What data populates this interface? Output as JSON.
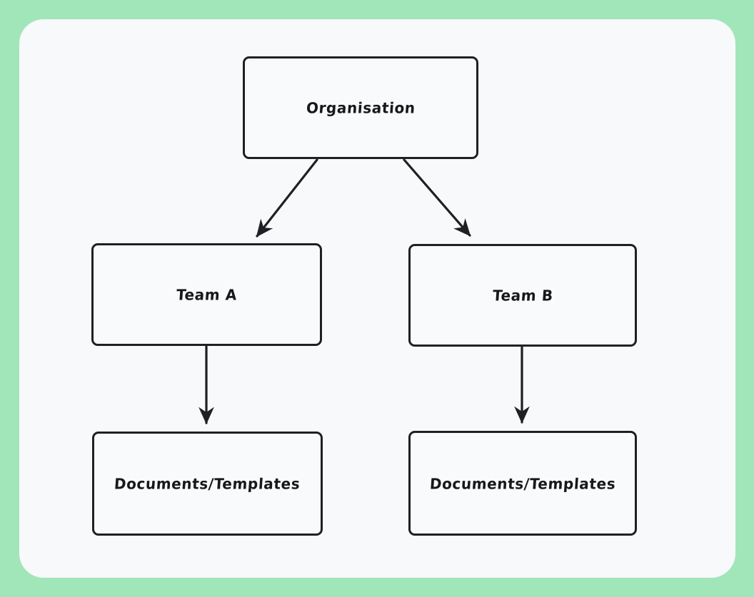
{
  "canvas": {
    "background_color": "#a1e6b9",
    "card_color": "#f8f9fb",
    "stroke_color": "#1f2023"
  },
  "diagram": {
    "type": "flowchart",
    "direction": "top-down",
    "nodes": [
      {
        "id": "org",
        "label": "Organisation"
      },
      {
        "id": "teamA",
        "label": "Team A"
      },
      {
        "id": "teamB",
        "label": "Team B"
      },
      {
        "id": "docsA",
        "label": "Documents/Templates"
      },
      {
        "id": "docsB",
        "label": "Documents/Templates"
      }
    ],
    "edges": [
      {
        "from": "org",
        "to": "teamA",
        "style": "arrow"
      },
      {
        "from": "org",
        "to": "teamB",
        "style": "arrow"
      },
      {
        "from": "teamA",
        "to": "docsA",
        "style": "arrow"
      },
      {
        "from": "teamB",
        "to": "docsB",
        "style": "arrow"
      }
    ]
  }
}
